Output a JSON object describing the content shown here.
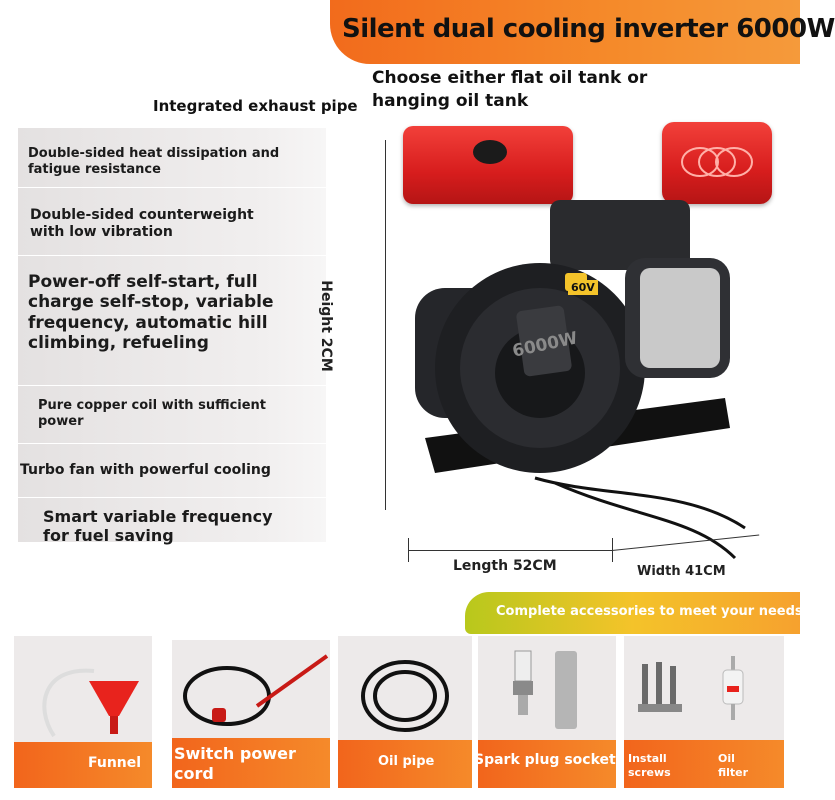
{
  "banner": {
    "title": "Silent dual cooling inverter 6000W"
  },
  "callouts": {
    "tank_line1": "Choose either flat oil tank or",
    "tank_line2": "hanging oil tank",
    "exhaust": "Integrated exhaust pipe"
  },
  "features": [
    {
      "line1": "Double-sided heat dissipation and",
      "line2": "fatigue resistance"
    },
    {
      "line1": "Double-sided counterweight",
      "line2": "with low vibration"
    },
    {
      "line1": "Power-off self-start, full",
      "line2": "charge self-stop, variable",
      "line3": "frequency, automatic hill",
      "line4": "climbing, refueling"
    },
    {
      "line1": "Pure copper coil with sufficient",
      "line2": "power"
    },
    {
      "line1": "Turbo fan with powerful cooling"
    },
    {
      "line1": "Smart variable frequency",
      "line2": "for fuel saving"
    }
  ],
  "dimensions": {
    "height": "Height 2CM",
    "length": "Length 52CM",
    "width": "Width 41CM"
  },
  "product_marks": {
    "power_badge": "6000W",
    "voltage_badge": "60V"
  },
  "accessories": {
    "banner": "Complete accessories to meet your needs",
    "items": [
      {
        "label": "Funnel"
      },
      {
        "label_line1": "Switch power",
        "label_line2": "cord"
      },
      {
        "label": "Oil pipe"
      },
      {
        "label": "Spark plug socket"
      },
      {
        "label_line1": "Install",
        "label_line2": "screws"
      },
      {
        "label_line1": "Oil",
        "label_line2": "filter"
      }
    ]
  },
  "colors": {
    "banner_orange": "#f26b1c",
    "tank_red": "#e0251f",
    "engine_black": "#1e1f22",
    "accent_yellow": "#f4c32a"
  }
}
